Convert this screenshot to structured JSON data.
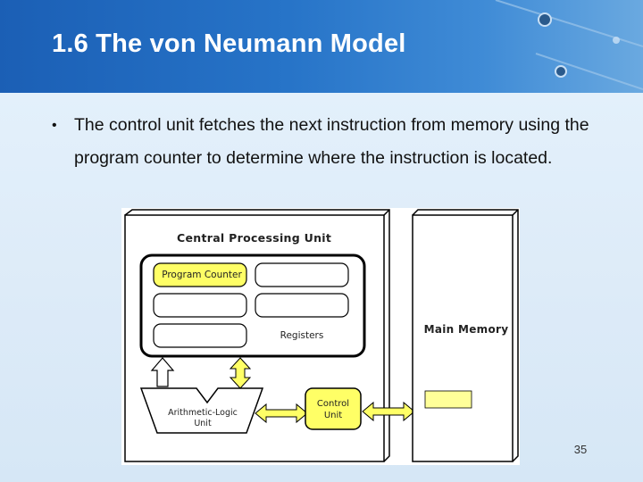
{
  "slide": {
    "title": "1.6 The von Neumann Model",
    "bullet": "The control unit fetches the next instruction from memory using the program counter to determine where the instruction is located.",
    "bullet_marker": "•",
    "page_number": "35"
  },
  "diagram": {
    "cpu_title": "Central Processing Unit",
    "program_counter": "Program Counter",
    "registers": "Registers",
    "alu": "Arithmetic-Logic Unit",
    "control_unit": "Control Unit",
    "main_memory": "Main Memory"
  },
  "colors": {
    "title_band": "#2774c8",
    "body_background": "#ddebf8",
    "highlight_yellow": "#ffff66",
    "diagram_border": "#000000"
  }
}
